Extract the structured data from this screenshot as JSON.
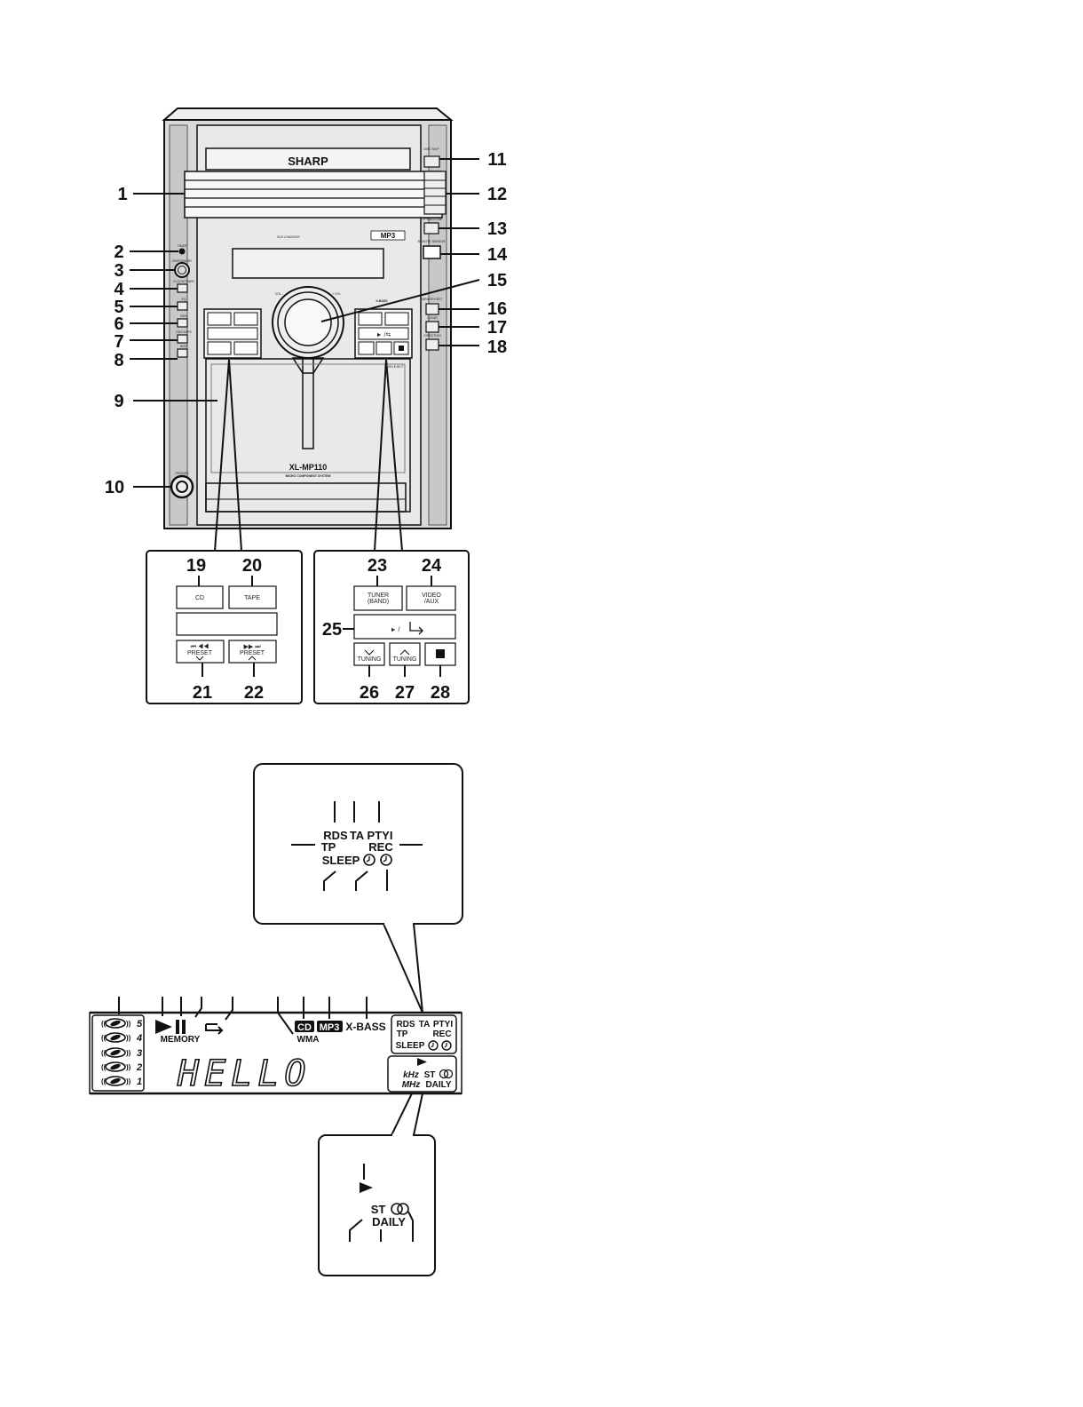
{
  "unit": {
    "brand": "SHARP",
    "changer_logo": "5CD CHANGER",
    "mp3_logo": "MP3",
    "model": "XL-MP110",
    "subtitle": "MICRO COMPONENT SYSTEM",
    "phones_label": "PHONES",
    "vol_minus": "VOL -",
    "vol_plus": "+ VOL",
    "xbass_logo": "X-BASS",
    "push_eject": "PUSH EJECT",
    "timer_label": "TIMER",
    "on_standby": "ON/STANDBY",
    "clock_timer": "CLOCK/TIMER",
    "eq": "EQ",
    "rds": "RDS",
    "rds_asps": "RDS ASPS",
    "display_mode": "DISP",
    "disc_skip": "DISC SKIP",
    "cd_open_close": "OPEN/CLOSE",
    "cd_direct_play": "CD DIRECT PLAY",
    "remote_sensor": "REMOTE SENSOR",
    "memory_set": "MEMORY/SET",
    "clear": "CLEAR",
    "tape_direction": "DIRECTION"
  },
  "callouts_left": [
    "1",
    "2",
    "3",
    "4",
    "5",
    "6",
    "7",
    "8",
    "9",
    "10"
  ],
  "callouts_right": [
    "11",
    "12",
    "13",
    "14",
    "15",
    "16",
    "17",
    "18"
  ],
  "panel_left": {
    "numbers": [
      "19",
      "20",
      "21",
      "22"
    ],
    "btn_cd": "CD",
    "btn_tape": "TAPE",
    "btn_preset_down_icon": "⏮ ◀◀",
    "btn_preset_down_label": "PRESET",
    "btn_preset_up_icon": "▶▶ ⏭",
    "btn_preset_up_label": "PRESET"
  },
  "panel_right": {
    "numbers": [
      "23",
      "24",
      "25",
      "26",
      "27",
      "28"
    ],
    "btn_tuner": "TUNER",
    "btn_tuner_sub": "(BAND)",
    "btn_video": "VIDEO",
    "btn_video_sub": "/AUX",
    "btn_play_icon": "► /",
    "btn_tuning": "TUNING"
  },
  "display": {
    "disc_numbers": [
      "5",
      "4",
      "3",
      "2",
      "1"
    ],
    "memory": "MEMORY",
    "cd": "CD",
    "mp3": "MP3",
    "xbass": "X-BASS",
    "wma": "WMA",
    "rds": "RDS",
    "ta": "TA",
    "pty": "PTYI",
    "tp": "TP",
    "rec": "REC",
    "sleep": "SLEEP",
    "khz": "kHz",
    "mhz": "MHz",
    "st": "ST",
    "daily": "DAILY",
    "text": "HELLO"
  },
  "zoom_top": {
    "rds": "RDS",
    "ta": "TA",
    "pty": "PTYI",
    "tp": "TP",
    "rec": "REC",
    "sleep": "SLEEP"
  },
  "zoom_bottom": {
    "st": "ST",
    "daily": "DAILY"
  }
}
